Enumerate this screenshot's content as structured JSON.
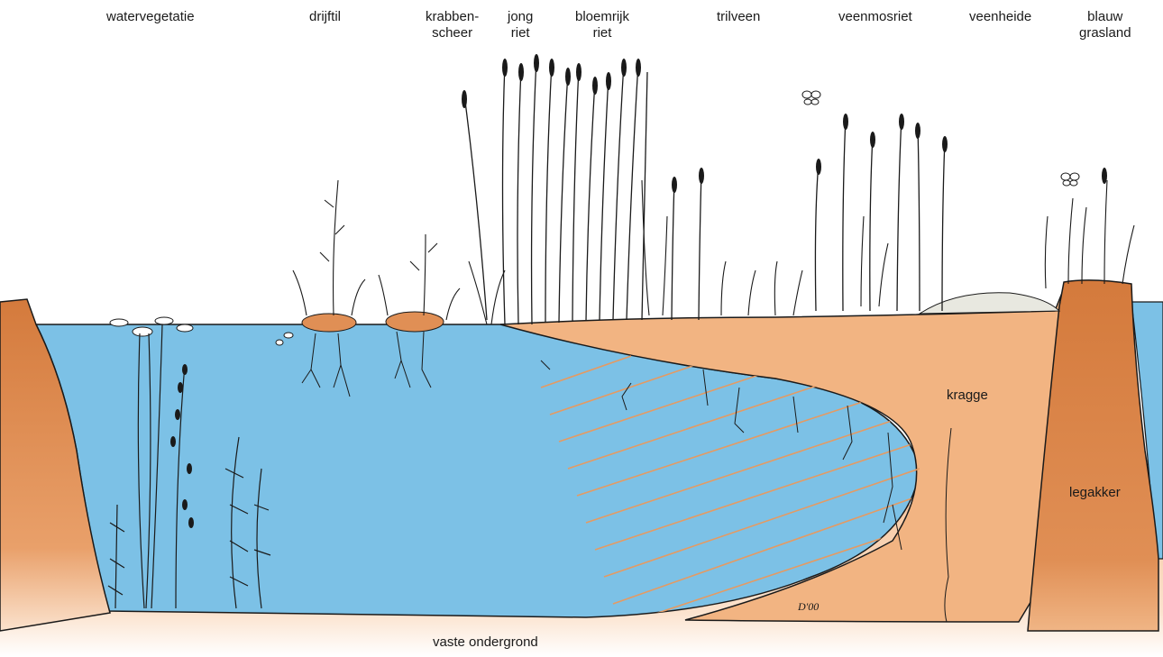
{
  "zone_labels": {
    "watervegetatie": "watervegetatie",
    "drijftil": "drijftil",
    "krabbenscheer_line1": "krabben-",
    "krabbenscheer_line2": "scheer",
    "jong_riet_line1": "jong",
    "jong_riet_line2": "riet",
    "bloemrijk_riet_line1": "bloemrijk",
    "bloemrijk_riet_line2": "riet",
    "trilveen": "trilveen",
    "veenmosriet": "veenmosriet",
    "veenheide": "veenheide",
    "blauw_grasland_line1": "blauw",
    "blauw_grasland_line2": "grasland"
  },
  "inner_labels": {
    "kragge": "kragge",
    "legakker": "legakker",
    "vaste_ondergrond": "vaste ondergrond"
  },
  "colors": {
    "water": "#7cc1e6",
    "peat_light": "#f2b482",
    "peat_dark": "#d9834a",
    "bank": "#d47a3c",
    "ink": "#1a1a1a"
  }
}
